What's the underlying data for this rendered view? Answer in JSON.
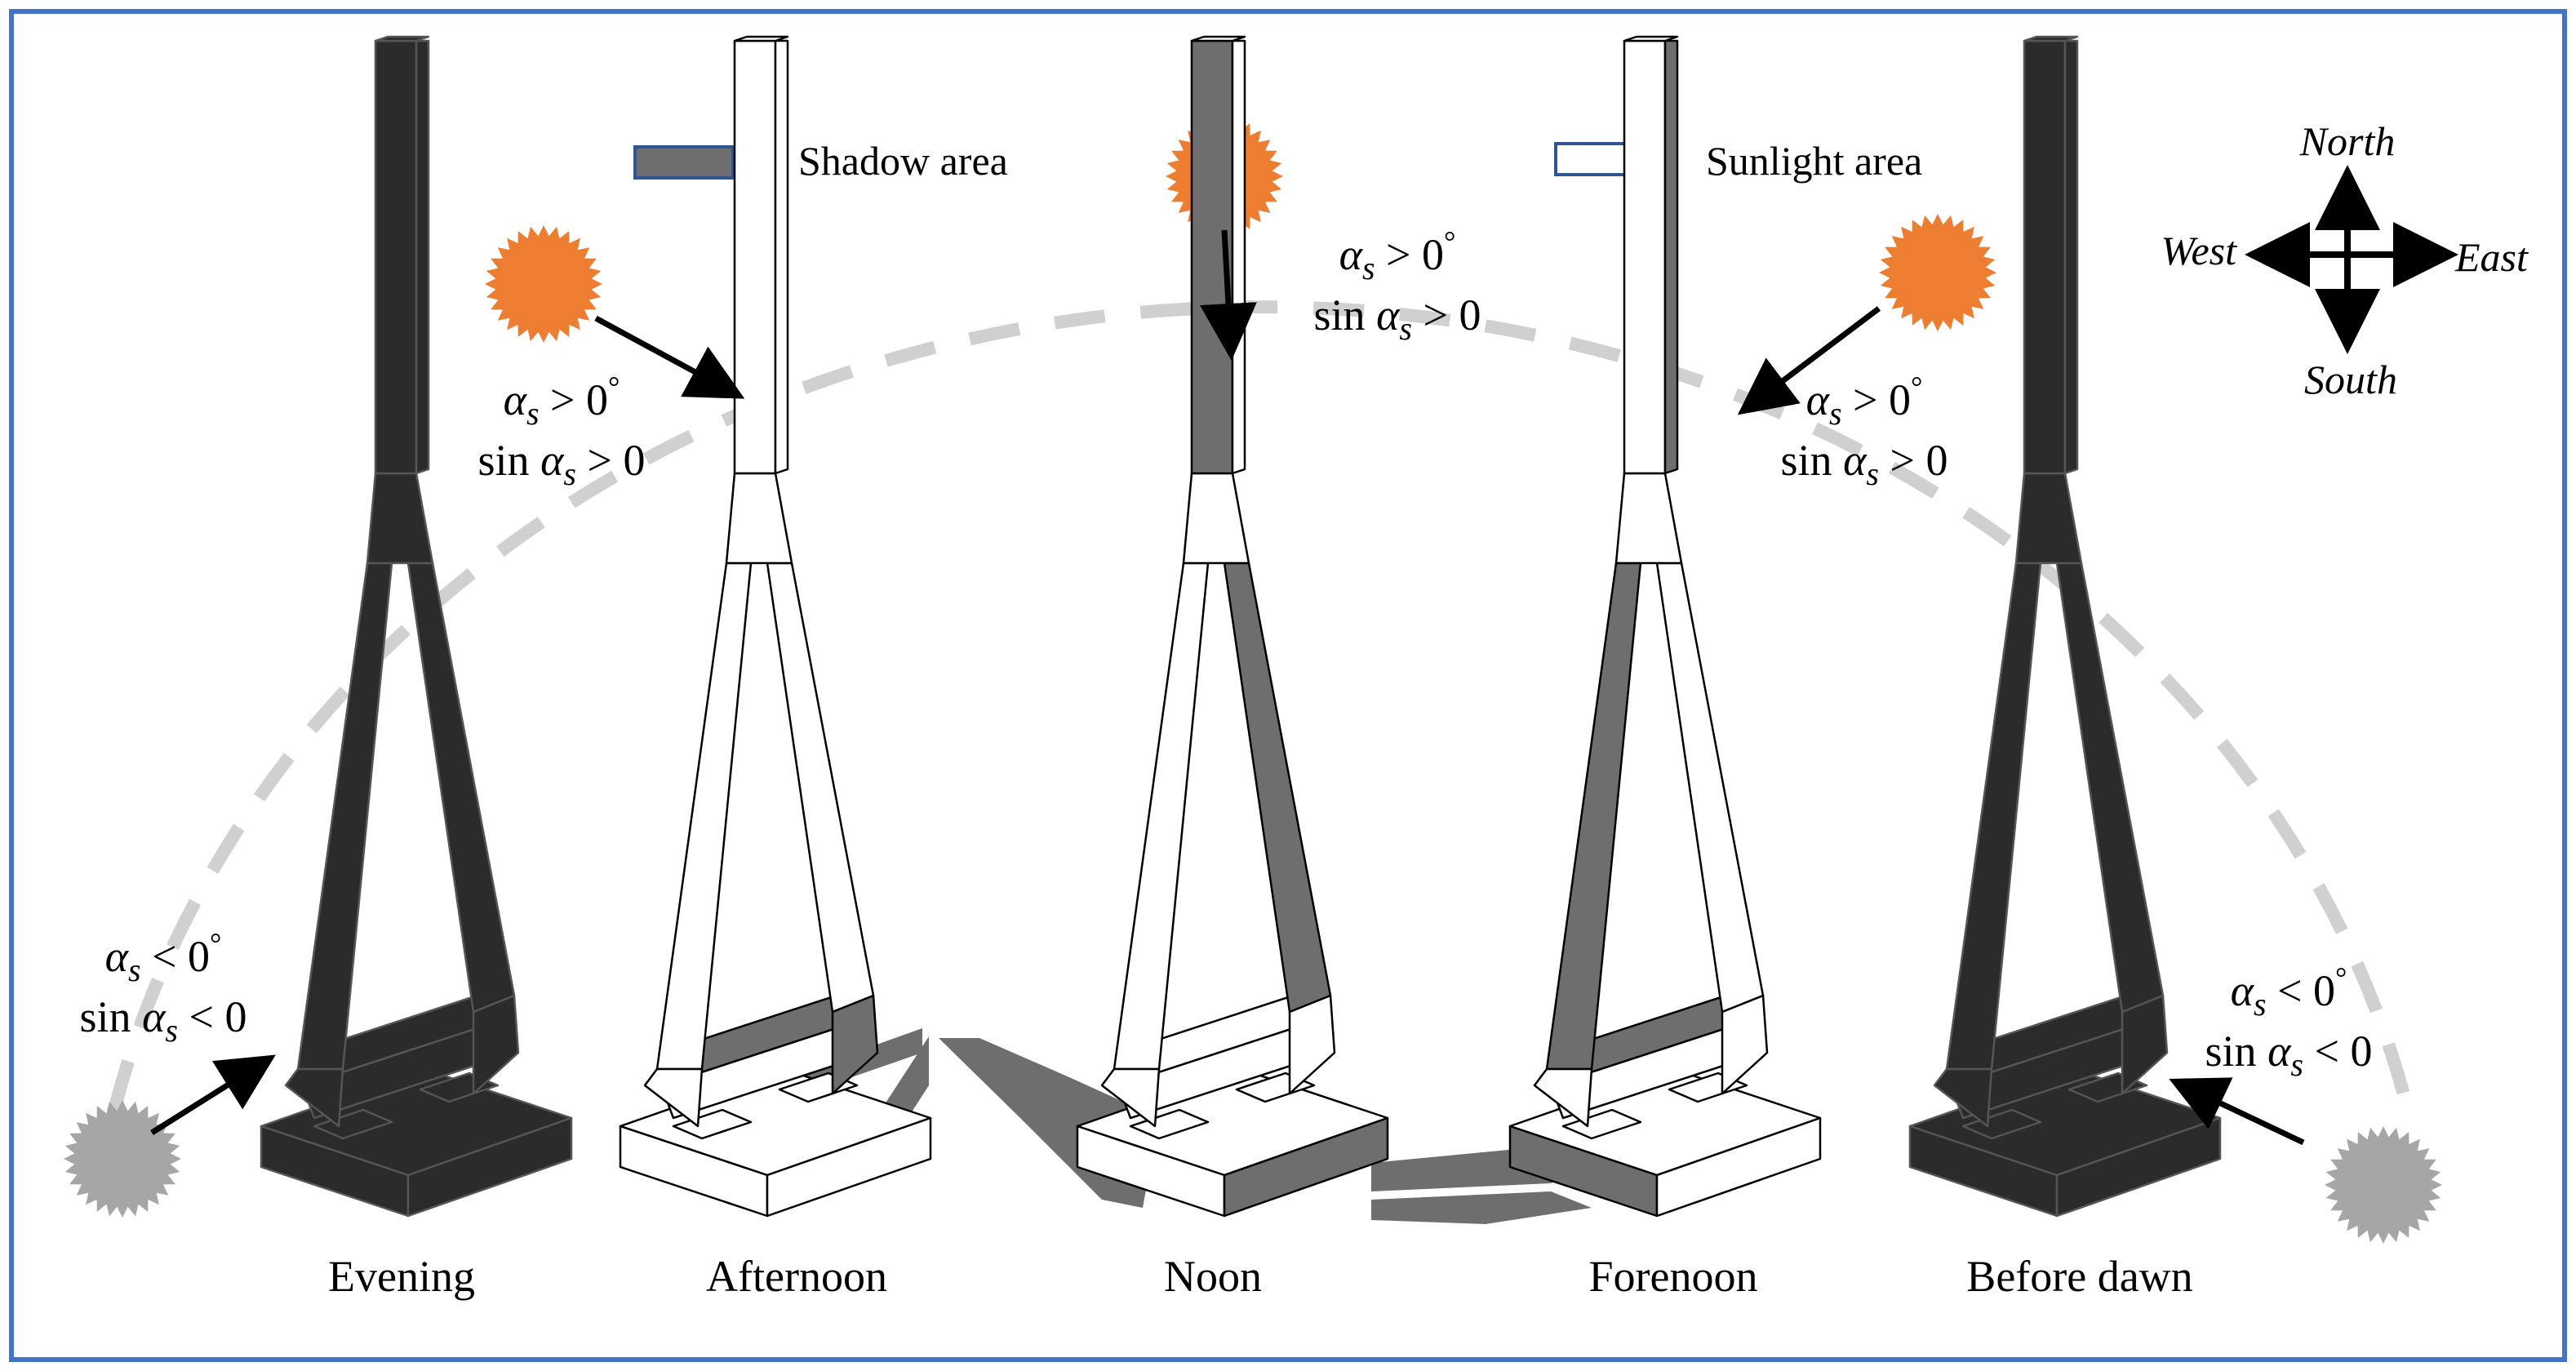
{
  "legend": {
    "shadow_label": "Shadow area",
    "sunlight_label": "Sunlight area",
    "shadow_color": "#6e6e6e",
    "sunlight_color": "#ffffff",
    "border_color": "#2f5597"
  },
  "compass": {
    "north": "North",
    "south": "South",
    "west": "West",
    "east": "East"
  },
  "towers": [
    {
      "label": "Evening"
    },
    {
      "label": "Afternoon"
    },
    {
      "label": "Noon"
    },
    {
      "label": "Forenoon"
    },
    {
      "label": "Before dawn"
    }
  ],
  "annotations": {
    "alpha_symbol": "α",
    "subscript": "s",
    "sin_text": "sin",
    "greater": ">",
    "less": "<",
    "zero": "0",
    "degree": "°"
  },
  "colors": {
    "frame_border": "#4472c4",
    "sun_day": "#ed7d31",
    "sun_night": "#a6a6a6",
    "arc_dash": "#d0d0d0",
    "tower_dark": "#2b2b2b",
    "tower_mid": "#6e6e6e",
    "tower_light": "#ffffff"
  }
}
